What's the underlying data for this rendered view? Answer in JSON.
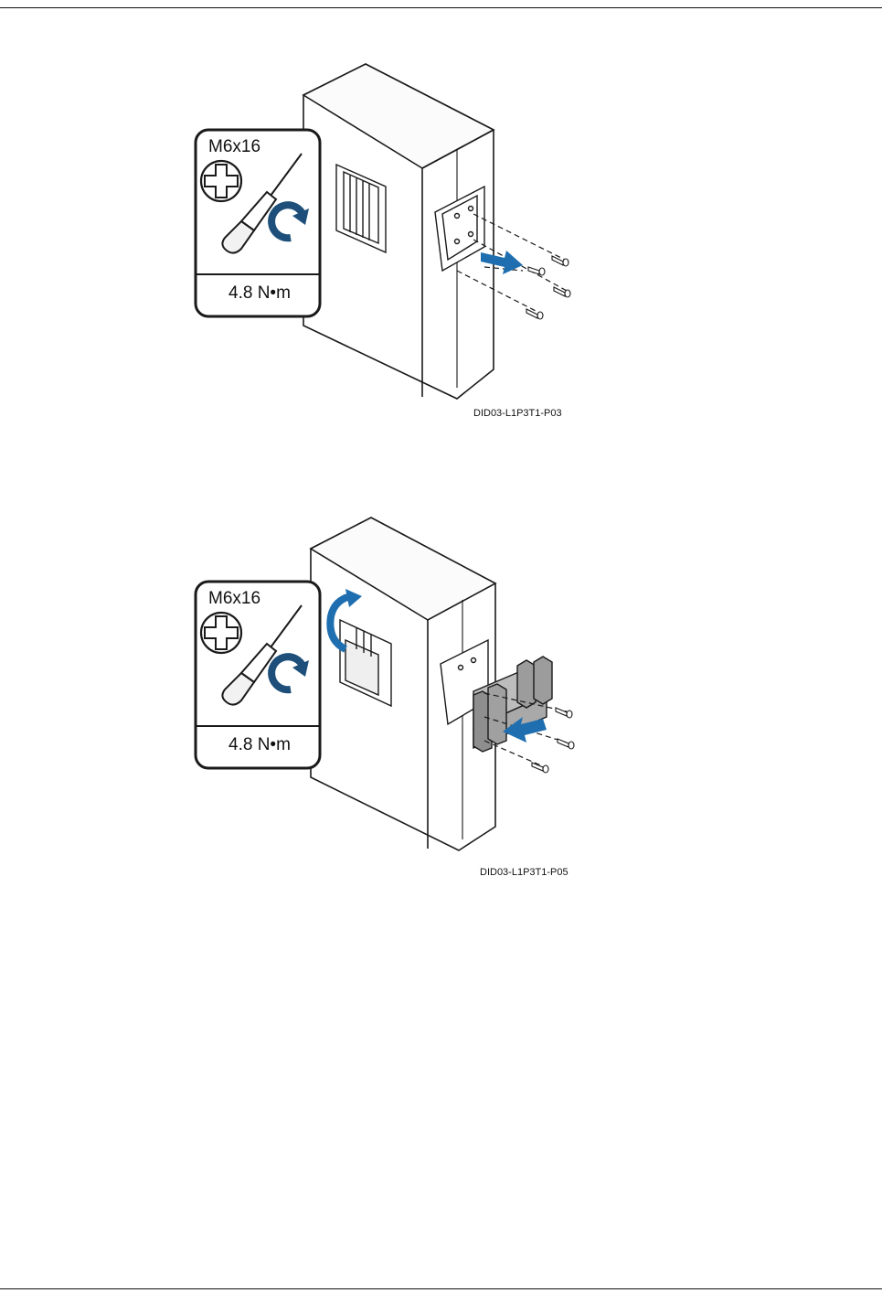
{
  "figures": [
    {
      "id": "DID03-L1P3T1-P03",
      "callout": {
        "screw": "M6x16",
        "torque": "4.8 N•m"
      }
    },
    {
      "id": "DID03-L1P3T1-P05",
      "callout": {
        "screw": "M6x16",
        "torque": "4.8 N•m"
      }
    }
  ],
  "colors": {
    "outline": "#1a1a1a",
    "accent_blue": "#1f6fb0",
    "icon_navy": "#1d4f7a"
  },
  "icons": [
    "phillips-screw-icon",
    "screwdriver-icon",
    "clockwise-arrow-icon",
    "push-arrow-icon",
    "rotate-arrow-icon"
  ]
}
